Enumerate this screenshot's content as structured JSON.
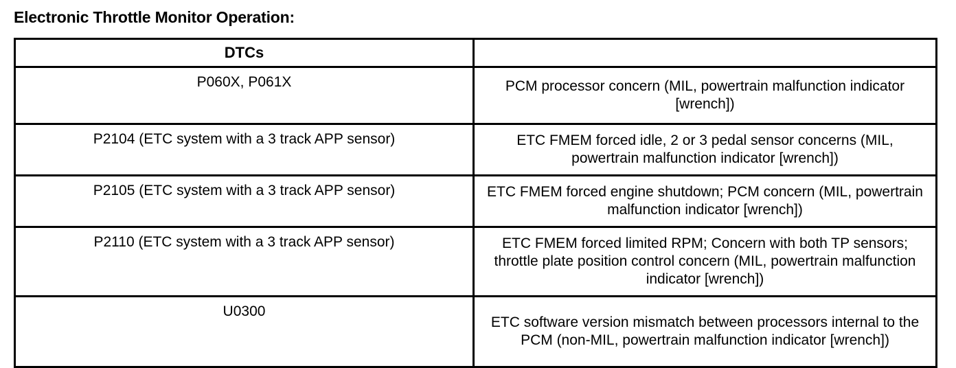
{
  "document": {
    "title": "Electronic Throttle Monitor Operation:"
  },
  "table": {
    "columns": [
      {
        "header": "DTCs"
      },
      {
        "header": ""
      }
    ],
    "rows": [
      {
        "dtc": "P060X, P061X",
        "description": "PCM processor concern (MIL, powertrain malfunction indicator [wrench])"
      },
      {
        "dtc": "P2104 (ETC system with a 3 track APP sensor)",
        "description": "ETC FMEM  forced idle, 2 or 3 pedal sensor concerns (MIL, powertrain malfunction indicator [wrench])"
      },
      {
        "dtc": "P2105 (ETC system with a 3 track APP sensor)",
        "description": "ETC FMEM  forced engine shutdown; PCM concern (MIL, powertrain malfunction indicator [wrench])"
      },
      {
        "dtc": "P2110 (ETC system with a 3 track APP sensor)",
        "description": "ETC FMEM  forced limited RPM; Concern with both TP sensors; throttle plate position control concern (MIL, powertrain malfunction indicator [wrench])"
      },
      {
        "dtc": "U0300",
        "description": "ETC software version mismatch between processors internal to the PCM (non-MIL, powertrain malfunction indicator [wrench])"
      }
    ]
  },
  "colors": {
    "border": "#000000",
    "text": "#000000",
    "background": "#ffffff"
  }
}
